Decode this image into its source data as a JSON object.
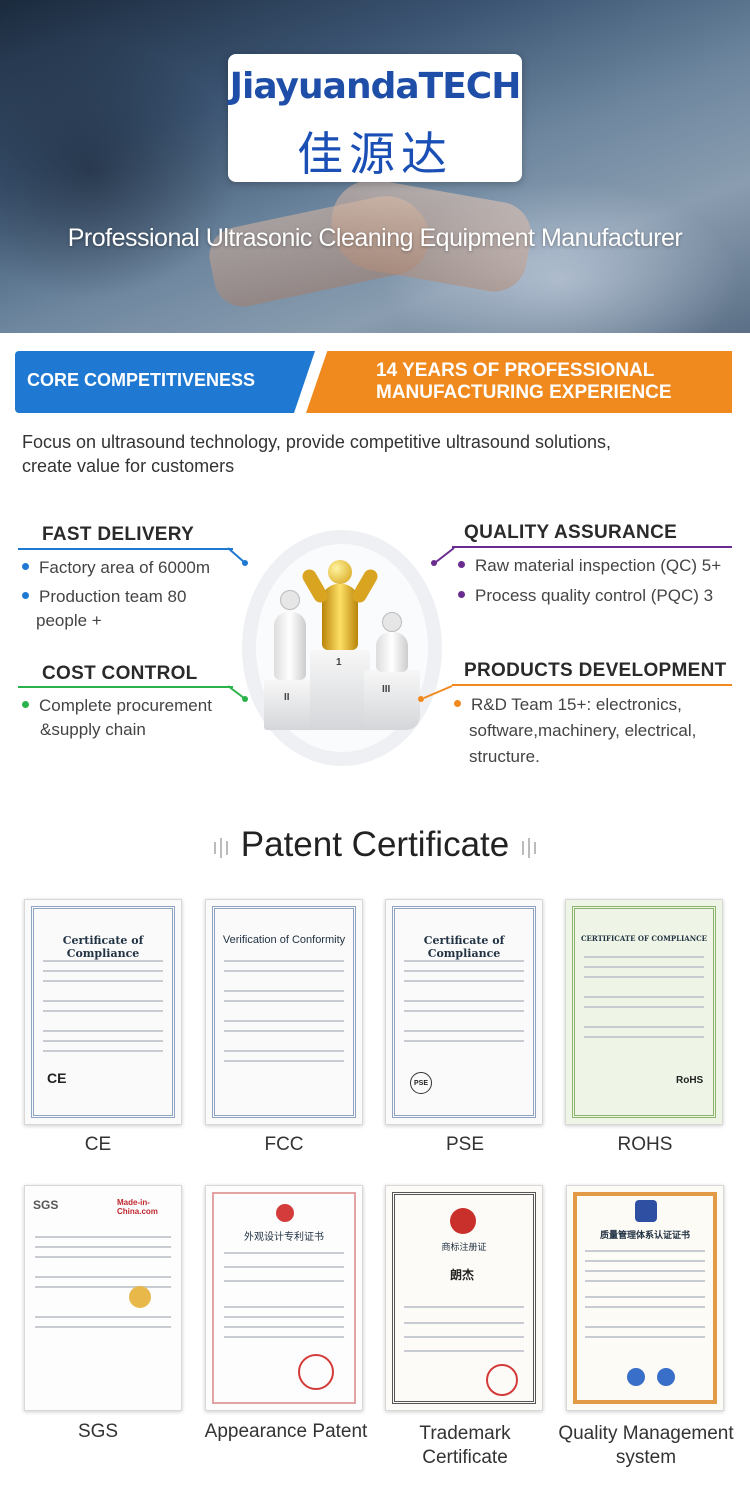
{
  "hero": {
    "logo_en": "JiayuandaTECH",
    "logo_cn": "佳源达",
    "title": "Professional Ultrasonic Cleaning Equipment Manufacturer"
  },
  "banner": {
    "left": "CORE COMPETITIVENESS",
    "right_line1": "14 YEARS OF PROFESSIONAL",
    "right_line2": "MANUFACTURING EXPERIENCE"
  },
  "intro": {
    "line1": "Focus on ultrasound technology, provide competitive ultrasound solutions,",
    "line2": "create value for customers"
  },
  "features": {
    "fast_delivery": {
      "title": "FAST DELIVERY",
      "items": [
        "Factory area of 6000m",
        "Production team 80",
        "people +"
      ],
      "color": "#1f78d1"
    },
    "quality": {
      "title": "QUALITY ASSURANCE",
      "items": [
        "Raw material inspection (QC) 5+",
        "Process quality control (PQC) 3"
      ],
      "color": "#6a2d8f"
    },
    "cost": {
      "title": "COST CONTROL",
      "items": [
        "Complete procurement",
        "&supply chain"
      ],
      "color": "#2bb34b"
    },
    "products": {
      "title": "PRODUCTS DEVELOPMENT",
      "items": [
        "R&D Team 15+: electronics,",
        "software,machinery, electrical,",
        "structure."
      ],
      "color": "#f08a1f"
    }
  },
  "podium": {
    "first": "1",
    "second": "II",
    "third": "III"
  },
  "patent": {
    "title": "Patent Certificate",
    "certs": [
      {
        "label": "CE",
        "doc_title": "Certificate of Compliance",
        "mark": "CE"
      },
      {
        "label": "FCC",
        "doc_title": "Verification of Conformity",
        "mark": ""
      },
      {
        "label": "PSE",
        "doc_title": "Certificate of Compliance",
        "mark": "PSE"
      },
      {
        "label": "ROHS",
        "doc_title": "CERTIFICATE OF COMPLIANCE",
        "mark": "RoHS"
      },
      {
        "label": "SGS",
        "doc_title": "SGS",
        "mark": "Made-in-China.com"
      },
      {
        "label": "Appearance Patent",
        "doc_title": "外观设计专利证书",
        "mark": ""
      },
      {
        "label_line1": "Trademark",
        "label_line2": "Certificate",
        "doc_title": "商标注册证",
        "mark": "朗杰"
      },
      {
        "label_line1": "Quality Management",
        "label_line2": "system",
        "doc_title": "质量管理体系认证证书",
        "mark": ""
      }
    ]
  }
}
